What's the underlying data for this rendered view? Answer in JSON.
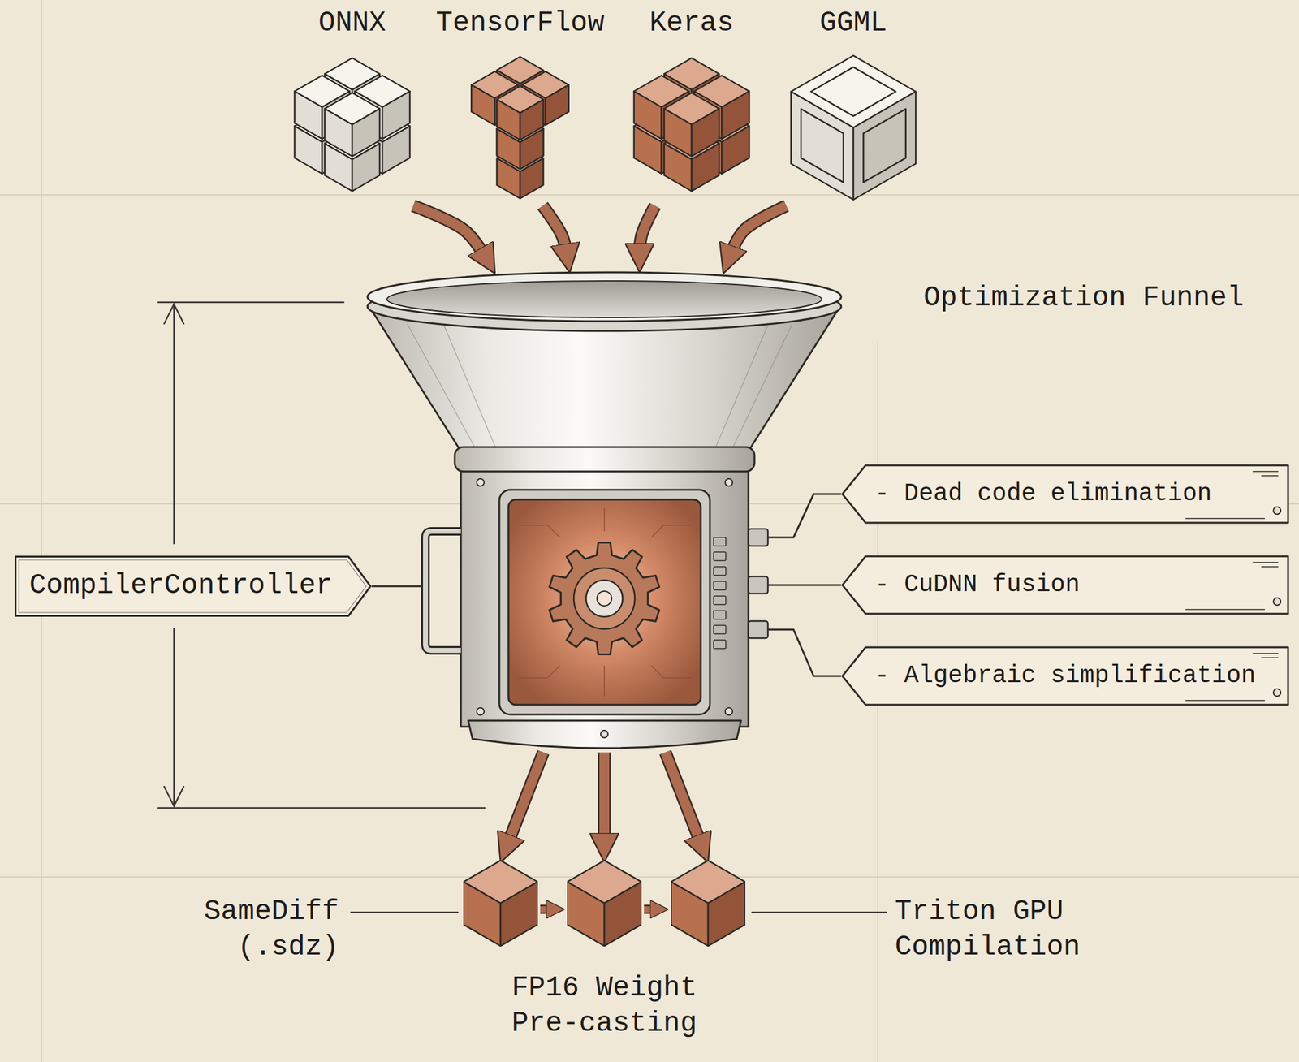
{
  "diagram": {
    "nodes": [
      {
        "text": [
          "ONNX"
        ]
      },
      {
        "text": [
          "TensorFlow"
        ]
      },
      {
        "text": [
          "Keras"
        ]
      },
      {
        "text": [
          "GGML"
        ]
      },
      {
        "text": [
          "Optimization Funnel"
        ]
      },
      {
        "text": [
          "CompilerController"
        ]
      },
      {
        "text": [
          "- Dead code elimination"
        ]
      },
      {
        "text": [
          "- CuDNN fusion"
        ]
      },
      {
        "text": [
          "- Algebraic simplification"
        ]
      },
      {
        "text": [
          "SameDiff (.sdz)"
        ]
      },
      {
        "text": [
          "FP16 Weight Pre-casting"
        ]
      },
      {
        "text": [
          "Triton GPU Compilation"
        ]
      }
    ],
    "edges": [
      {
        "from": 0,
        "to": 4,
        "arrow": "to"
      },
      {
        "from": 1,
        "to": 4,
        "arrow": "to"
      },
      {
        "from": 2,
        "to": 4,
        "arrow": "to"
      },
      {
        "from": 3,
        "to": 4,
        "arrow": "to"
      },
      {
        "from": 5,
        "to": 4,
        "arrow": "none"
      },
      {
        "from": 4,
        "to": 6,
        "arrow": "none"
      },
      {
        "from": 4,
        "to": 7,
        "arrow": "none"
      },
      {
        "from": 4,
        "to": 8,
        "arrow": "none"
      },
      {
        "from": 4,
        "to": 9,
        "arrow": "to"
      },
      {
        "from": 4,
        "to": 10,
        "arrow": "to"
      },
      {
        "from": 4,
        "to": 11,
        "arrow": "to"
      },
      {
        "from": 9,
        "to": 10,
        "arrow": "to"
      },
      {
        "from": 10,
        "to": 11,
        "arrow": "to"
      }
    ]
  }
}
